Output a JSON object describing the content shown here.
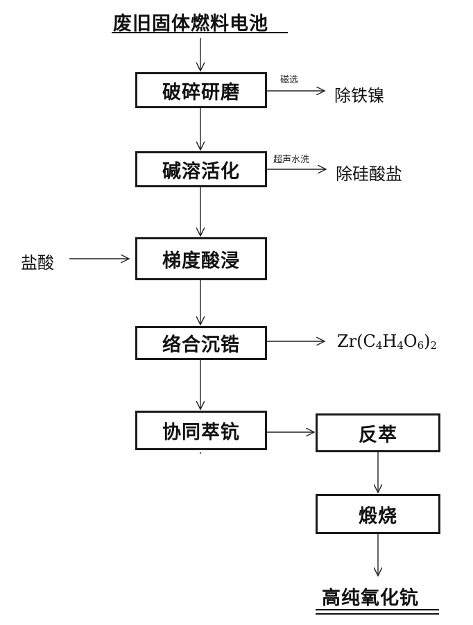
{
  "start": "废旧固体燃料电池",
  "steps": [
    "破碎研磨",
    "碱溶活化",
    "梯度酸浸",
    "络合沉锆",
    "协同萃钪"
  ],
  "branch_steps": [
    "反萃",
    "煅烧"
  ],
  "end": "高纯氧化钪",
  "side": {
    "magnetic_label": "磁选",
    "magnetic_out": "除铁镍",
    "ultrasonic_label": "超声水洗",
    "ultrasonic_out": "除硅酸盐",
    "acid_in": "盐酸",
    "zr_product": {
      "text": "Zr(C4H4O6)2",
      "base": "Zr(C",
      "s1": "4",
      "h": "H",
      "s2": "4",
      "o": "O",
      "s3": "6",
      "close": ")",
      "s4": "2"
    }
  }
}
